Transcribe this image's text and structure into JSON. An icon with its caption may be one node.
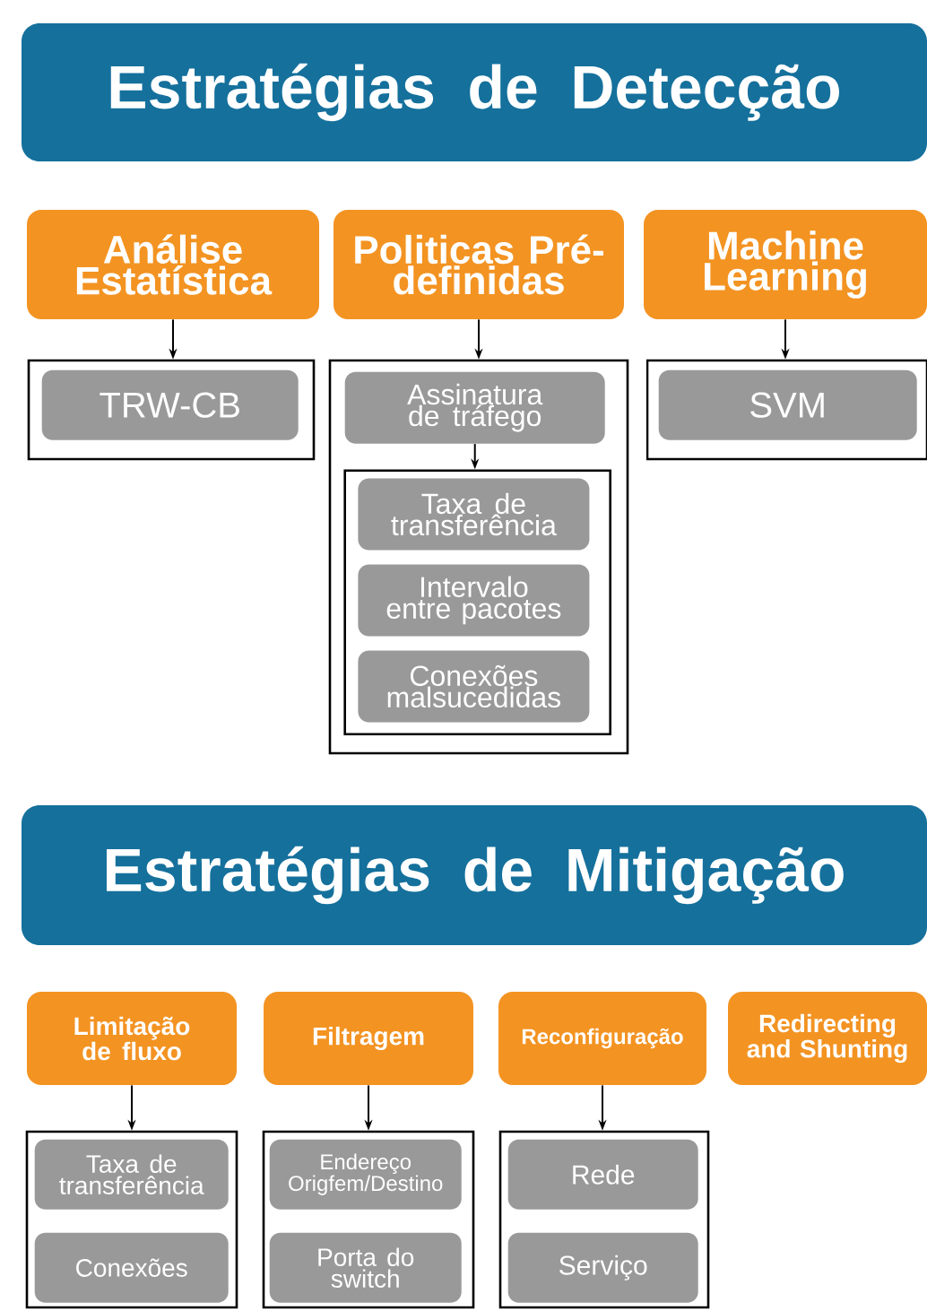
{
  "diagram": {
    "nodes": [
      {
        "text": [
          "Estratégias de Detecção"
        ]
      },
      {
        "text": [
          "Análise Estatística"
        ]
      },
      {
        "text": [
          "Politicas Pré-definidas"
        ]
      },
      {
        "text": [
          "Machine Learning"
        ]
      },
      {
        "text": [],
        "shape": "box"
      },
      {
        "text": [
          "TRW-CB"
        ],
        "in": 4
      },
      {
        "text": [],
        "shape": "box"
      },
      {
        "text": [
          "Assinatura de tráfego"
        ],
        "in": 6
      },
      {
        "text": [],
        "shape": "box",
        "in": 6
      },
      {
        "text": [
          "Taxa de transferência"
        ],
        "in": 8
      },
      {
        "text": [
          "Intervalo entre pacotes"
        ],
        "in": 8
      },
      {
        "text": [
          "Conexões malsucedidas"
        ],
        "in": 8
      },
      {
        "text": [],
        "shape": "box"
      },
      {
        "text": [
          "SVM"
        ],
        "in": 12
      },
      {
        "text": [
          "Estratégias de Mitigação"
        ]
      },
      {
        "text": [
          "Limitação de fluxo"
        ]
      },
      {
        "text": [
          "Filtragem"
        ]
      },
      {
        "text": [
          "Reconfiguração"
        ]
      },
      {
        "text": [
          "Redirecting and Shunting"
        ]
      },
      {
        "text": [],
        "shape": "box"
      },
      {
        "text": [
          "Taxa de transferência"
        ],
        "in": 19
      },
      {
        "text": [
          "Conexões"
        ],
        "in": 19
      },
      {
        "text": [],
        "shape": "box"
      },
      {
        "text": [
          "Endereço Origfem/Destino"
        ],
        "in": 22
      },
      {
        "text": [
          "Porta do switch"
        ],
        "in": 22
      },
      {
        "text": [],
        "shape": "box"
      },
      {
        "text": [
          "Rede"
        ],
        "in": 25
      },
      {
        "text": [
          "Serviço"
        ],
        "in": 25
      }
    ],
    "edges": [
      {
        "from": 1,
        "to": 4,
        "arrow": "to"
      },
      {
        "from": 2,
        "to": 6,
        "arrow": "to"
      },
      {
        "from": 3,
        "to": 12,
        "arrow": "to"
      },
      {
        "from": 7,
        "to": 8,
        "arrow": "to"
      },
      {
        "from": 15,
        "to": 19,
        "arrow": "to"
      },
      {
        "from": 16,
        "to": 22,
        "arrow": "to"
      },
      {
        "from": 17,
        "to": 25,
        "arrow": "to"
      }
    ]
  }
}
